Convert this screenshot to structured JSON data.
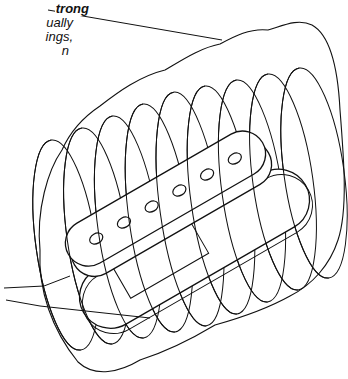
{
  "diagram": {
    "labels": [
      "trong",
      "ually",
      "ings,",
      "n"
    ]
  }
}
